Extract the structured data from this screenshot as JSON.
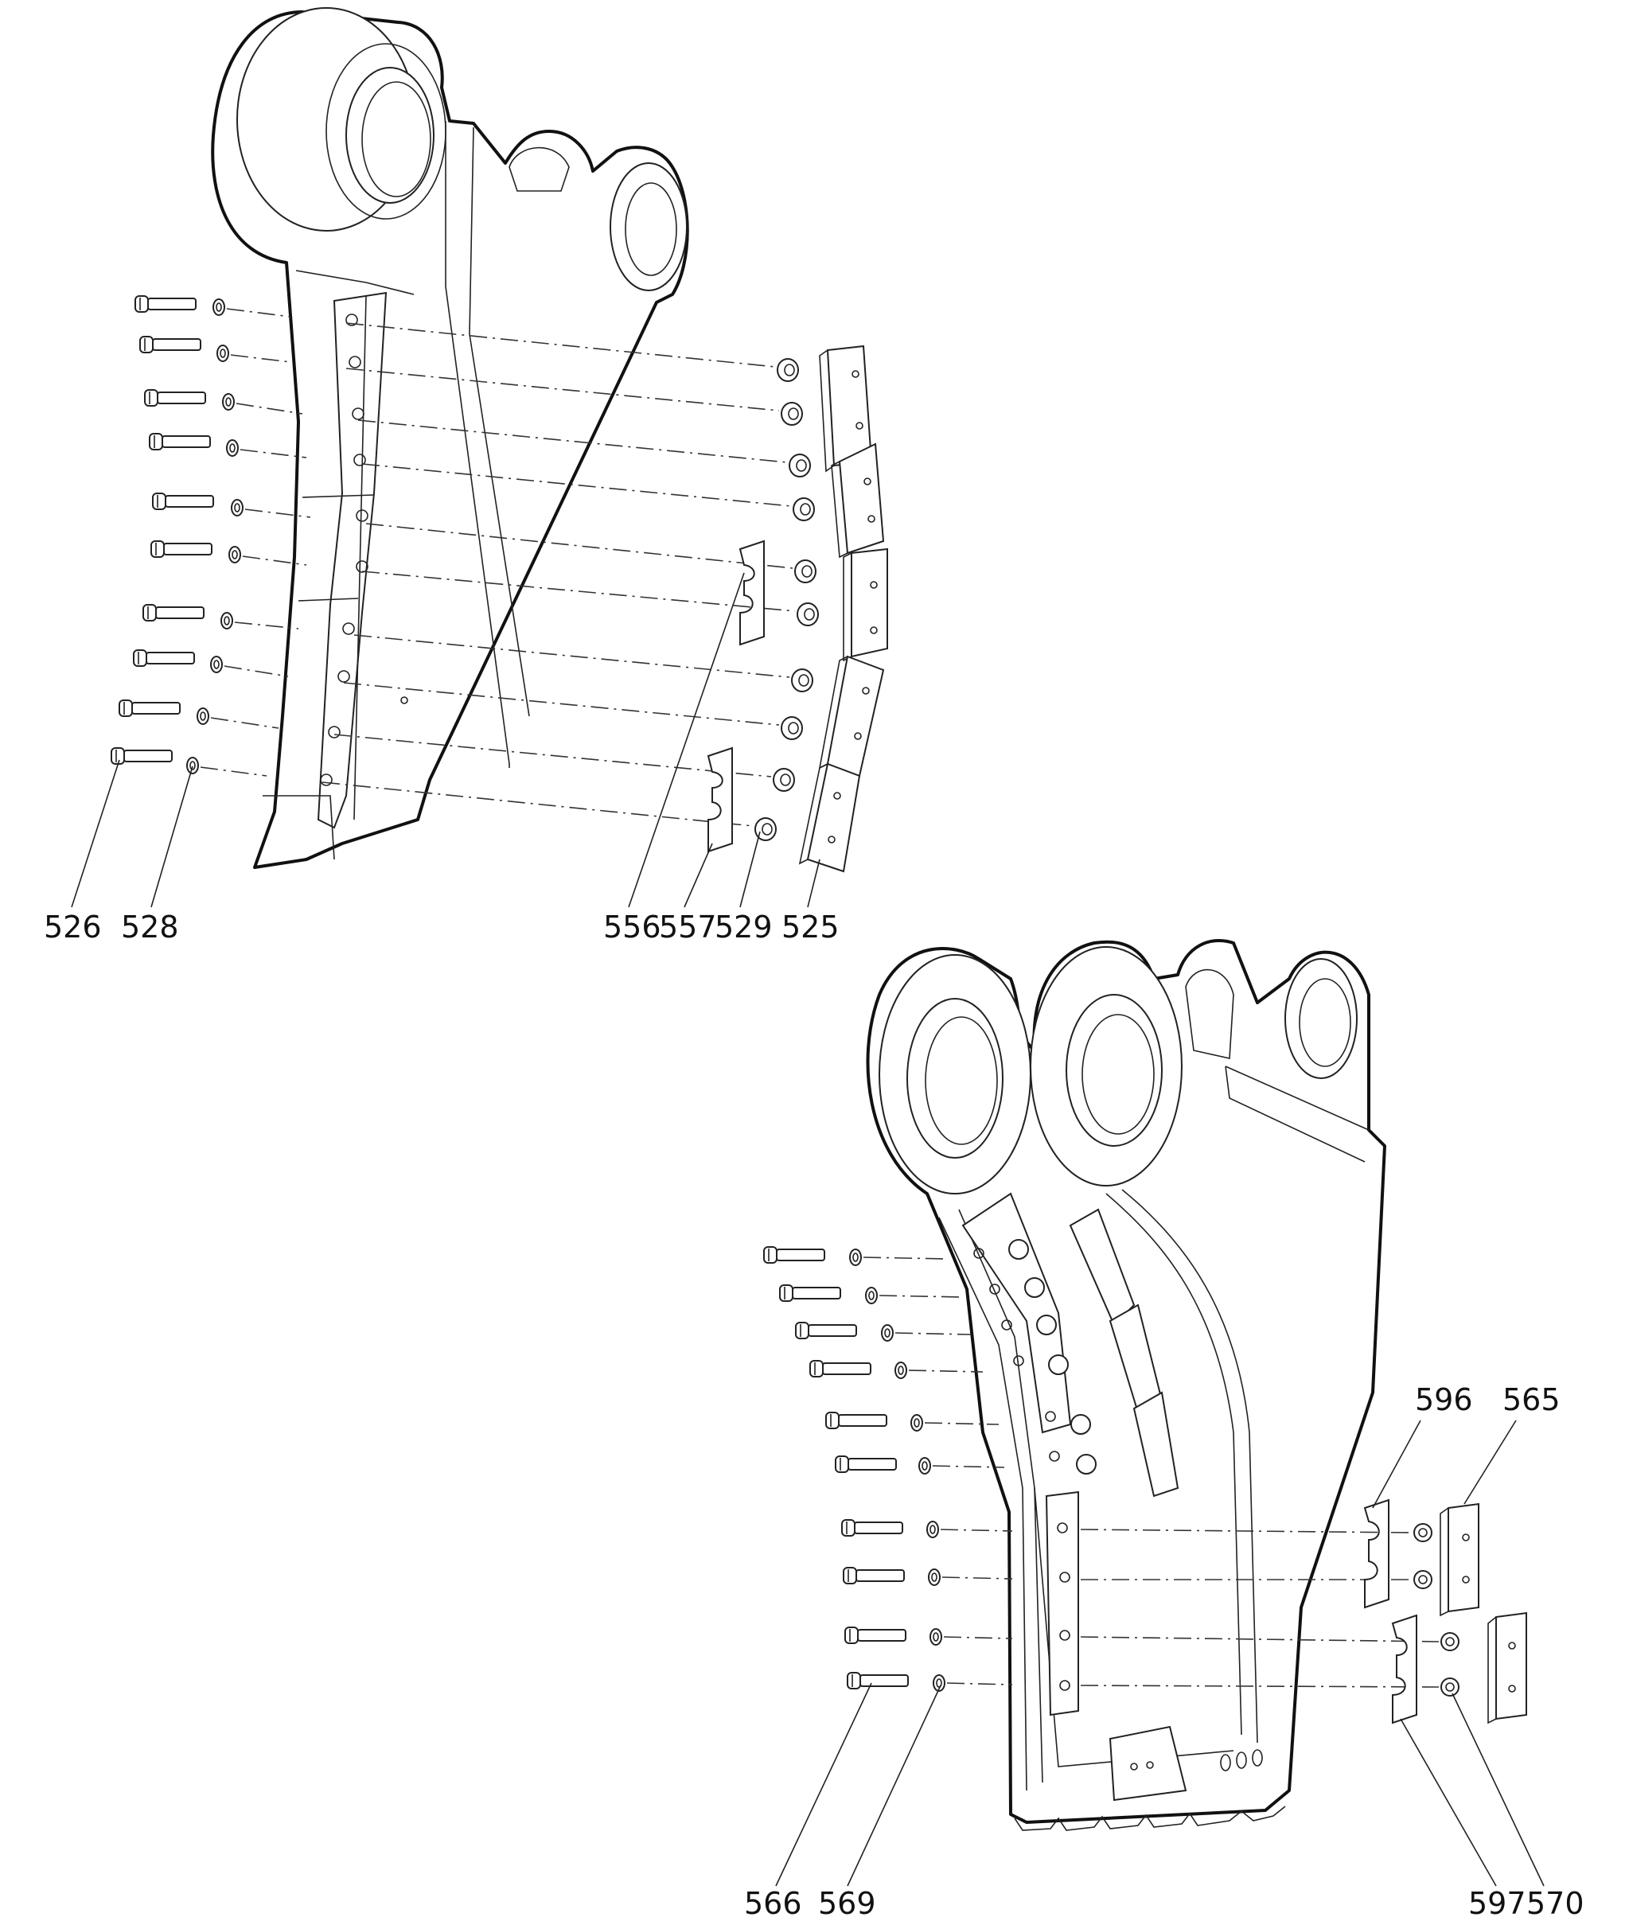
{
  "callouts": {
    "c526": "526",
    "c528": "528",
    "c556": "556",
    "c557": "557",
    "c529": "529",
    "c525": "525",
    "c596": "596",
    "c565": "565",
    "c566": "566",
    "c569": "569",
    "c597": "597",
    "c570": "570"
  }
}
